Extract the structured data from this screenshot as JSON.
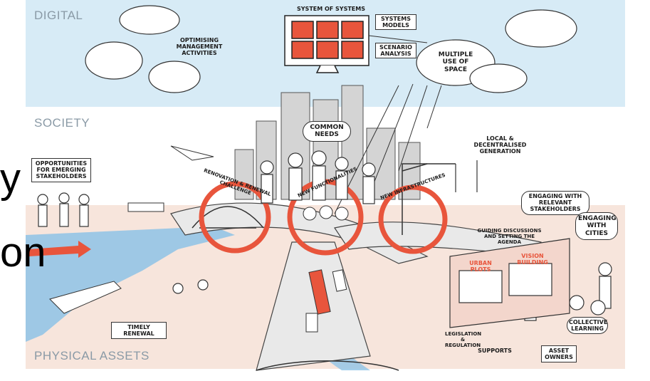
{
  "layers": {
    "digital": "DIGITAL",
    "society": "SOCIETY",
    "physical": "PHYSICAL ASSETS"
  },
  "slide_fragments": {
    "line1": "y",
    "line2": "on"
  },
  "annotations": {
    "system_of_systems": "SYSTEM OF SYSTEMS",
    "systems_models": "SYSTEMS MODELS",
    "scenario_analysis": "SCENARIO ANALYSIS",
    "optimising": "OPTIMISING MANAGEMENT ACTIVITIES",
    "multiple_use": "MULTIPLE USE OF SPACE",
    "common_needs": "COMMON NEEDS",
    "local_generation": "LOCAL & DECENTRALISED GENERATION",
    "opportunities": "OPPORTUNITIES FOR EMERGING STAKEHOLDERS",
    "engaging_stakeholders": "ENGAGING WITH RELEVANT STAKEHOLDERS",
    "engaging_cities": "ENGAGING WITH CITIES",
    "guiding": "GUIDING DISCUSSIONS AND SETTING THE AGENDA",
    "timely_renewal": "TIMELY RENEWAL",
    "collective_learning": "COLLECTIVE LEARNING",
    "asset_owners": "ASSET OWNERS",
    "supports": "SUPPORTS",
    "legislation": "LEGISLATION & REGULATION",
    "urban_plots": "URBAN PLOTS",
    "vision_building": "VISION BUILDING"
  },
  "circles": {
    "renovation": "RENOVATION & RENEWAL CHALLENGE",
    "functionalities": "NEW FUNCTIONALITIES",
    "infrastructures": "NEW INFRASTRUCTURES"
  },
  "colors": {
    "digital_band": "#d7ebf6",
    "accent": "#e8553c",
    "layer_label": "#8a9aa6",
    "water": "#8ec3e6"
  }
}
